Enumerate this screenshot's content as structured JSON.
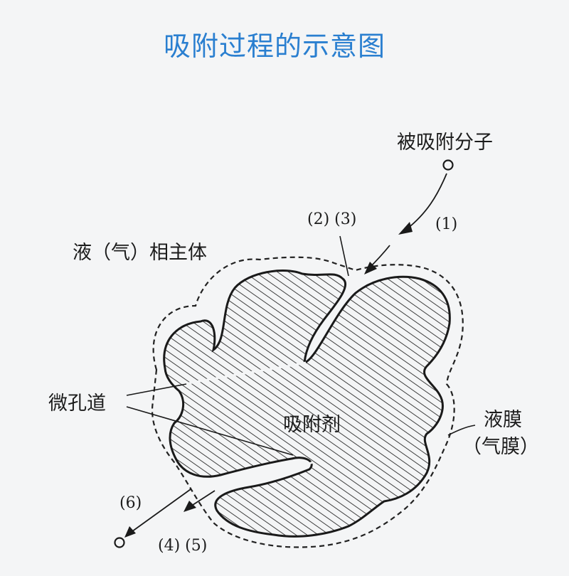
{
  "title": "吸附过程的示意图",
  "labels": {
    "adsorbate": "被吸附分子",
    "bulk": "液（气）相主体",
    "micropore": "微孔道",
    "adsorbent": "吸附剂",
    "film_line1": "液膜",
    "film_line2": "（气膜）"
  },
  "steps": {
    "s1": "(1)",
    "s23": "(2) (3)",
    "s45": "(4) (5)",
    "s6": "(6)"
  }
}
